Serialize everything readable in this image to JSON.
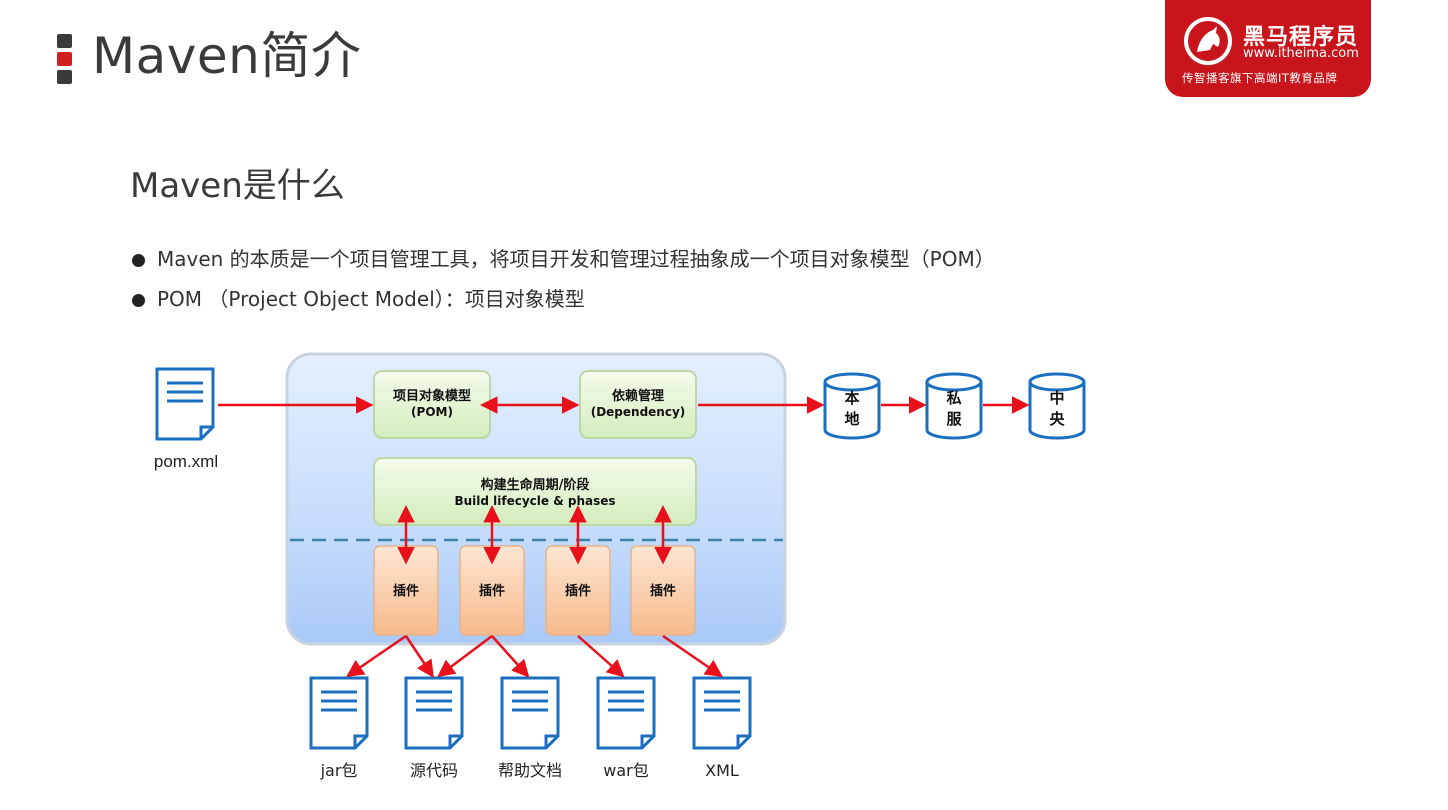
{
  "header": {
    "title": "Maven简介",
    "logo": {
      "brand": "黑马程序员",
      "url": "www.itheima.com",
      "slogan": "传智播客旗下高端IT教育品牌"
    }
  },
  "section": {
    "subtitle": "Maven是什么",
    "bullets": [
      "Maven 的本质是一个项目管理工具，将项目开发和管理过程抽象成一个项目对象模型（POM）",
      "POM （Project Object Model）：项目对象模型"
    ]
  },
  "diagram": {
    "input_file": "pom.xml",
    "pom_box": {
      "line1": "项目对象模型",
      "line2": "(POM)"
    },
    "dependency_box": {
      "line1": "依赖管理",
      "line2": "(Dependency)"
    },
    "lifecycle_box": {
      "line1": "构建生命周期/阶段",
      "line2": "Build lifecycle & phases"
    },
    "plugins": [
      "插件",
      "插件",
      "插件",
      "插件"
    ],
    "repositories": [
      {
        "line1": "本",
        "line2": "地"
      },
      {
        "line1": "私",
        "line2": "服"
      },
      {
        "line1": "中",
        "line2": "央"
      }
    ],
    "outputs": [
      "jar包",
      "源代码",
      "帮助文档",
      "war包",
      "XML"
    ]
  },
  "colors": {
    "accent_red": "#d11f1f",
    "arrow_red": "#e8101a",
    "doc_blue": "#1a6fc0",
    "green_box": "#dff3cf",
    "orange_box": "#f9c9a2"
  }
}
